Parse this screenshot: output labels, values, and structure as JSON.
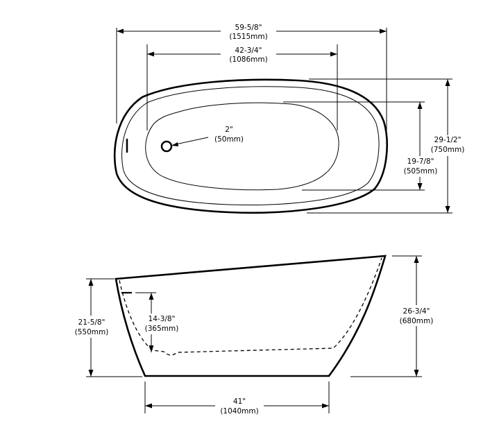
{
  "top_view": {
    "overall_length": {
      "imperial": "59-5/8\"",
      "metric": "(1515mm)"
    },
    "interior_length": {
      "imperial": "42-3/4\"",
      "metric": "(1086mm)"
    },
    "drain_diameter": {
      "imperial": "2\"",
      "metric": "(50mm)"
    },
    "overall_width": {
      "imperial": "29-1/2\"",
      "metric": "(750mm)"
    },
    "interior_width": {
      "imperial": "19-7/8\"",
      "metric": "(505mm)"
    }
  },
  "side_view": {
    "rim_height_low": {
      "imperial": "21-5/8\"",
      "metric": "(550mm)"
    },
    "water_depth": {
      "imperial": "14-3/8\"",
      "metric": "(365mm)"
    },
    "rim_height_high": {
      "imperial": "26-3/4\"",
      "metric": "(680mm)"
    },
    "base_length": {
      "imperial": "41\"",
      "metric": "(1040mm)"
    }
  }
}
